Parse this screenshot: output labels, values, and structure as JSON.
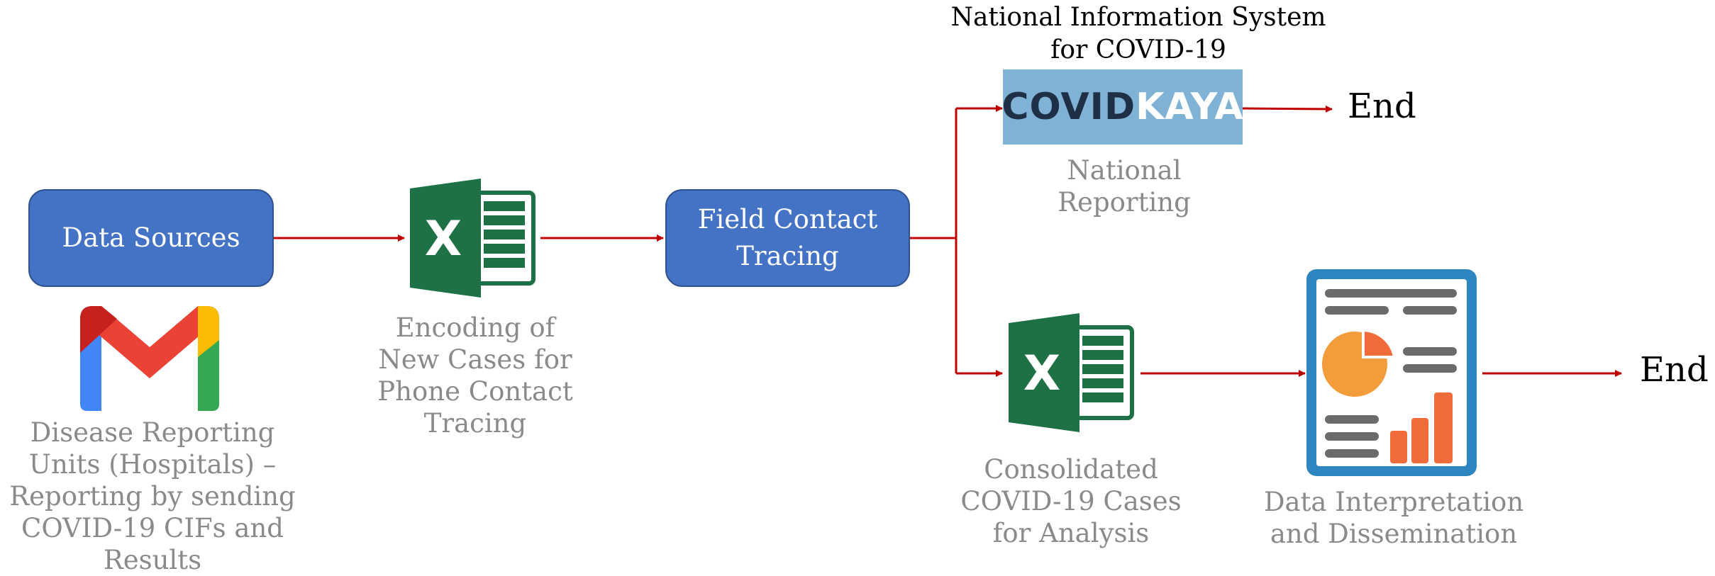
{
  "nodes": {
    "data_sources": "Data Sources",
    "field_contact_tracing": "Field Contact\nTracing"
  },
  "captions": {
    "reporting_units": "Disease Reporting\nUnits (Hospitals) –\nReporting by sending\nCOVID-19 CIFs and\nResults",
    "encoding": "Encoding of\nNew Cases for\nPhone Contact\nTracing",
    "national_reporting": "National\nReporting",
    "consolidated": "Consolidated\nCOVID-19 Cases\nfor Analysis",
    "interpretation": "Data Interpretation\nand Dissemination"
  },
  "national_system_title": "National Information System\nfor COVID-19",
  "covidkaya_logo": {
    "part1": "COVID",
    "part2": "KAYA"
  },
  "excel_letter": "X",
  "end_top": "End",
  "end_bottom": "End",
  "colors": {
    "box_fill": "#4472C4",
    "arrow": "#C00000",
    "caption": "#8a8a8a",
    "excel_green": "#1E7145",
    "covidkaya_bg": "#7FB2D4",
    "report_frame": "#2E86C1",
    "pie_orange": "#F39C3C",
    "bar_orange": "#F26B3A"
  }
}
